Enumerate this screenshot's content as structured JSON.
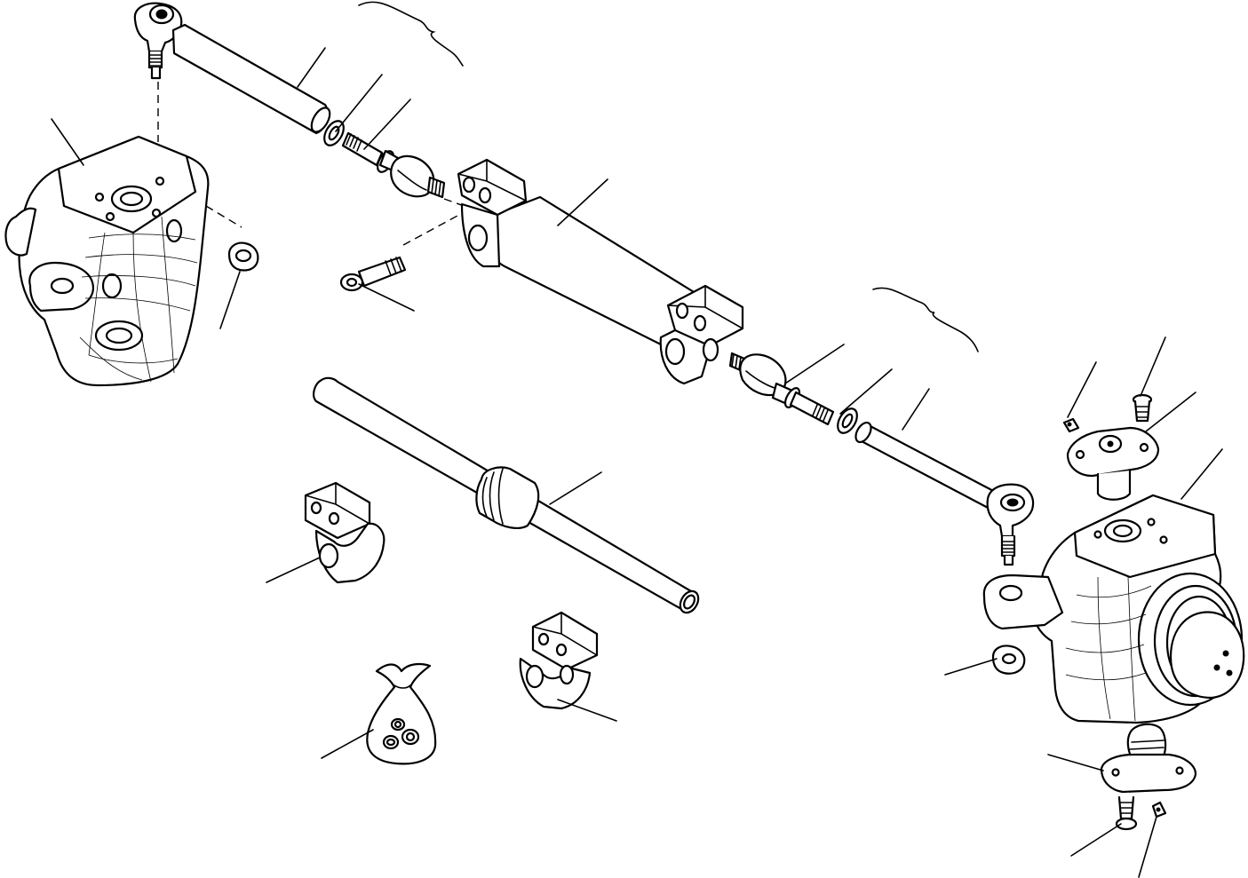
{
  "diagram": {
    "type": "exploded-parts-view",
    "image_size": [
      1405,
      989
    ],
    "text_labels": [],
    "callout_count": 24,
    "parts": [
      "left-steering-knuckle",
      "left-tie-rod-end",
      "left-tie-rod-tube",
      "left-jam-nut",
      "left-threaded-adapter",
      "left-inner-ball-joint",
      "steering-cylinder",
      "cylinder-mounting-bolt",
      "left-knuckle-nut",
      "piston-rod-assembly",
      "cylinder-clamp-upper",
      "cylinder-clamp-lower",
      "seal-kit-bag",
      "right-inner-ball-joint",
      "right-threaded-adapter",
      "right-jam-nut",
      "right-tie-rod-tube",
      "right-tie-rod-end",
      "right-steering-knuckle",
      "right-knuckle-nut",
      "upper-king-pin-cap",
      "upper-cap-bolt",
      "upper-grease-fitting",
      "lower-king-pin-cap",
      "lower-cap-bolt",
      "lower-grease-fitting"
    ],
    "colors": {
      "line": "#000000",
      "background": "#ffffff"
    }
  }
}
